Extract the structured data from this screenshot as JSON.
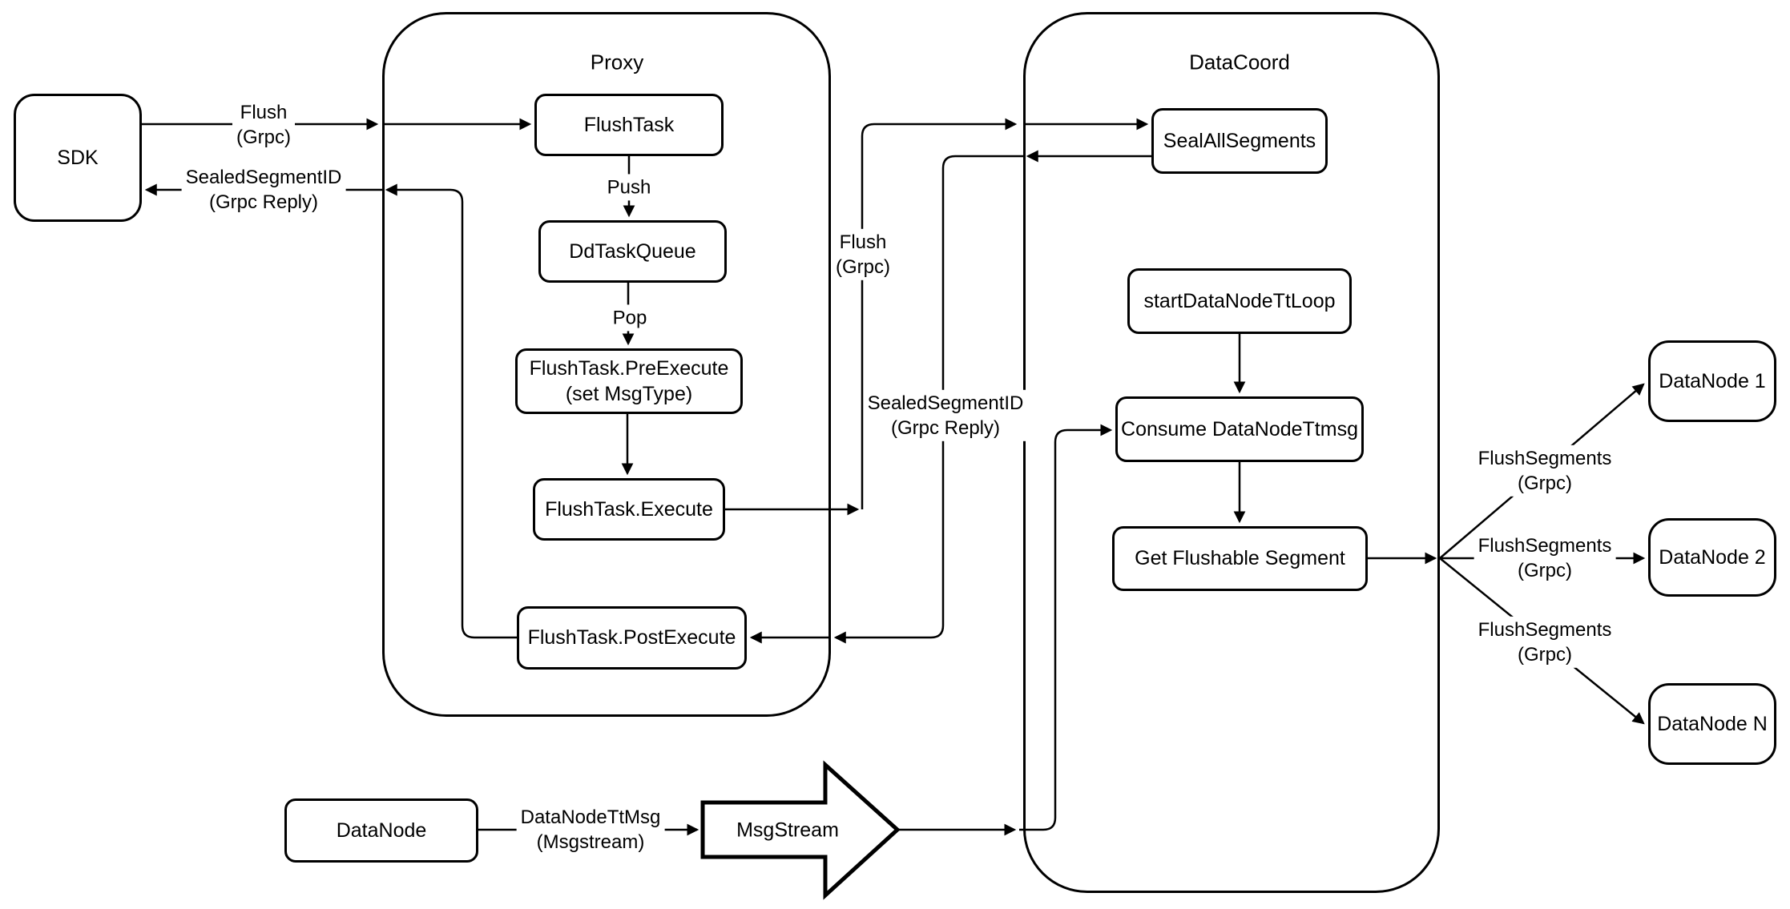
{
  "containers": {
    "proxy": {
      "label": "Proxy"
    },
    "datacoord": {
      "label": "DataCoord"
    }
  },
  "nodes": {
    "sdk": {
      "label": "SDK"
    },
    "flush_task": {
      "label": "FlushTask"
    },
    "dd_task_queue": {
      "label": "DdTaskQueue"
    },
    "pre_execute": {
      "label": "FlushTask.PreExecute",
      "sublabel": "(set MsgType)"
    },
    "execute": {
      "label": "FlushTask.Execute"
    },
    "post_execute": {
      "label": "FlushTask.PostExecute"
    },
    "seal_all_segments": {
      "label": "SealAllSegments"
    },
    "start_datanode_tt_loop": {
      "label": "startDataNodeTtLoop"
    },
    "consume_datanode_ttmsg": {
      "label": "Consume DataNodeTtmsg"
    },
    "get_flushable_segment": {
      "label": "Get Flushable Segment"
    },
    "datanode_1": {
      "label": "DataNode 1"
    },
    "datanode_2": {
      "label": "DataNode 2"
    },
    "datanode_n": {
      "label": "DataNode N"
    },
    "datanode": {
      "label": "DataNode"
    },
    "msgstream": {
      "label": "MsgStream"
    }
  },
  "edge_labels": {
    "flush_sdk_proxy": {
      "line1": "Flush",
      "line2": "(Grpc)"
    },
    "sealed_proxy_sdk": {
      "line1": "SealedSegmentID",
      "line2": "(Grpc Reply)"
    },
    "push": {
      "text": "Push"
    },
    "pop": {
      "text": "Pop"
    },
    "flush_proxy_coord": {
      "line1": "Flush",
      "line2": "(Grpc)"
    },
    "sealed_coord_proxy": {
      "line1": "SealedSegmentID",
      "line2": "(Grpc Reply)"
    },
    "flush_segments_1": {
      "line1": "FlushSegments",
      "line2": "(Grpc)"
    },
    "flush_segments_2": {
      "line1": "FlushSegments",
      "line2": "(Grpc)"
    },
    "flush_segments_3": {
      "line1": "FlushSegments",
      "line2": "(Grpc)"
    },
    "datanode_ttmsg": {
      "line1": "DataNodeTtMsg",
      "line2": "(Msgstream)"
    }
  },
  "colors": {
    "stroke": "#000000",
    "background": "#ffffff"
  }
}
